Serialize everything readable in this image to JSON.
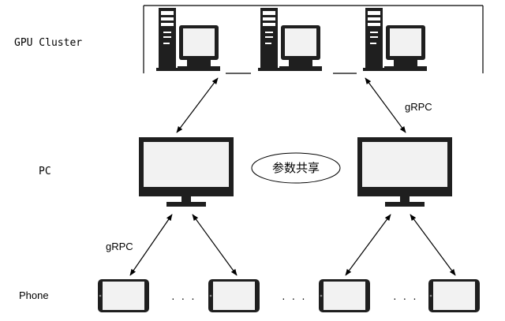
{
  "labels": {
    "gpu_cluster": "GPU Cluster",
    "pc": "PC",
    "phone": "Phone",
    "grpc_top": "gRPC",
    "grpc_bottom": "gRPC",
    "param_share": "参数共享"
  },
  "ellipsis": "· · ·",
  "icons": {
    "server": "server-tower-icon",
    "monitor": "monitor-icon",
    "phone": "smartphone-icon"
  },
  "colors": {
    "dark": "#1f1f1f",
    "screen_light": "#f2f2f2",
    "line": "#000000"
  }
}
